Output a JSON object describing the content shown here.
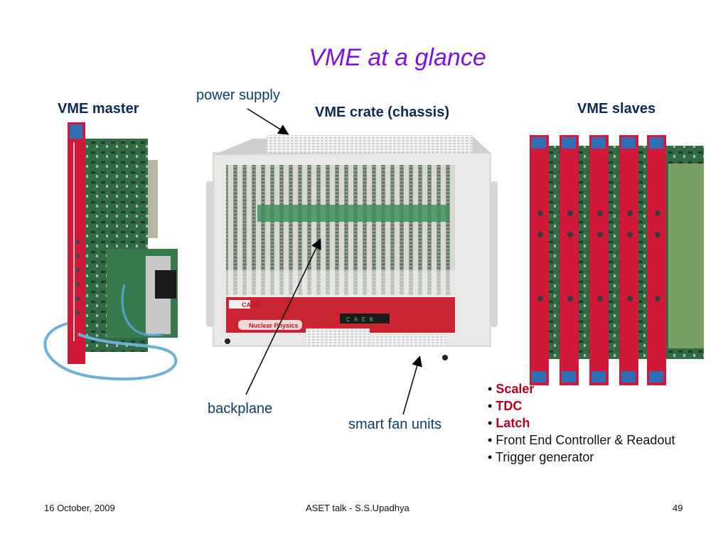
{
  "slide": {
    "title": "VME at a glance",
    "labels": {
      "vme_master": "VME master",
      "vme_crate": "VME crate (chassis)",
      "vme_slaves": "VME slaves",
      "power_supply": "power supply",
      "backplane": "backplane",
      "smart_fan_units": "smart fan units"
    },
    "crate_panel": {
      "brand": "CAEN",
      "company": "Nuclear Physics",
      "display_text": "C A E N"
    },
    "slave_modules": [
      "Scaler",
      "TDC",
      "Latch",
      "Front End Controller & Readout",
      "Trigger generator"
    ],
    "bullet": "•",
    "footer": {
      "date": "16 October, 2009",
      "talk": "ASET talk -  S.S.Upadhya",
      "page_number": "49"
    }
  },
  "colors": {
    "title": "#7a14e6",
    "module_red": "#d2193a",
    "pcb_green": "#2f6b45",
    "bullet_highlight": "#b3001b"
  }
}
